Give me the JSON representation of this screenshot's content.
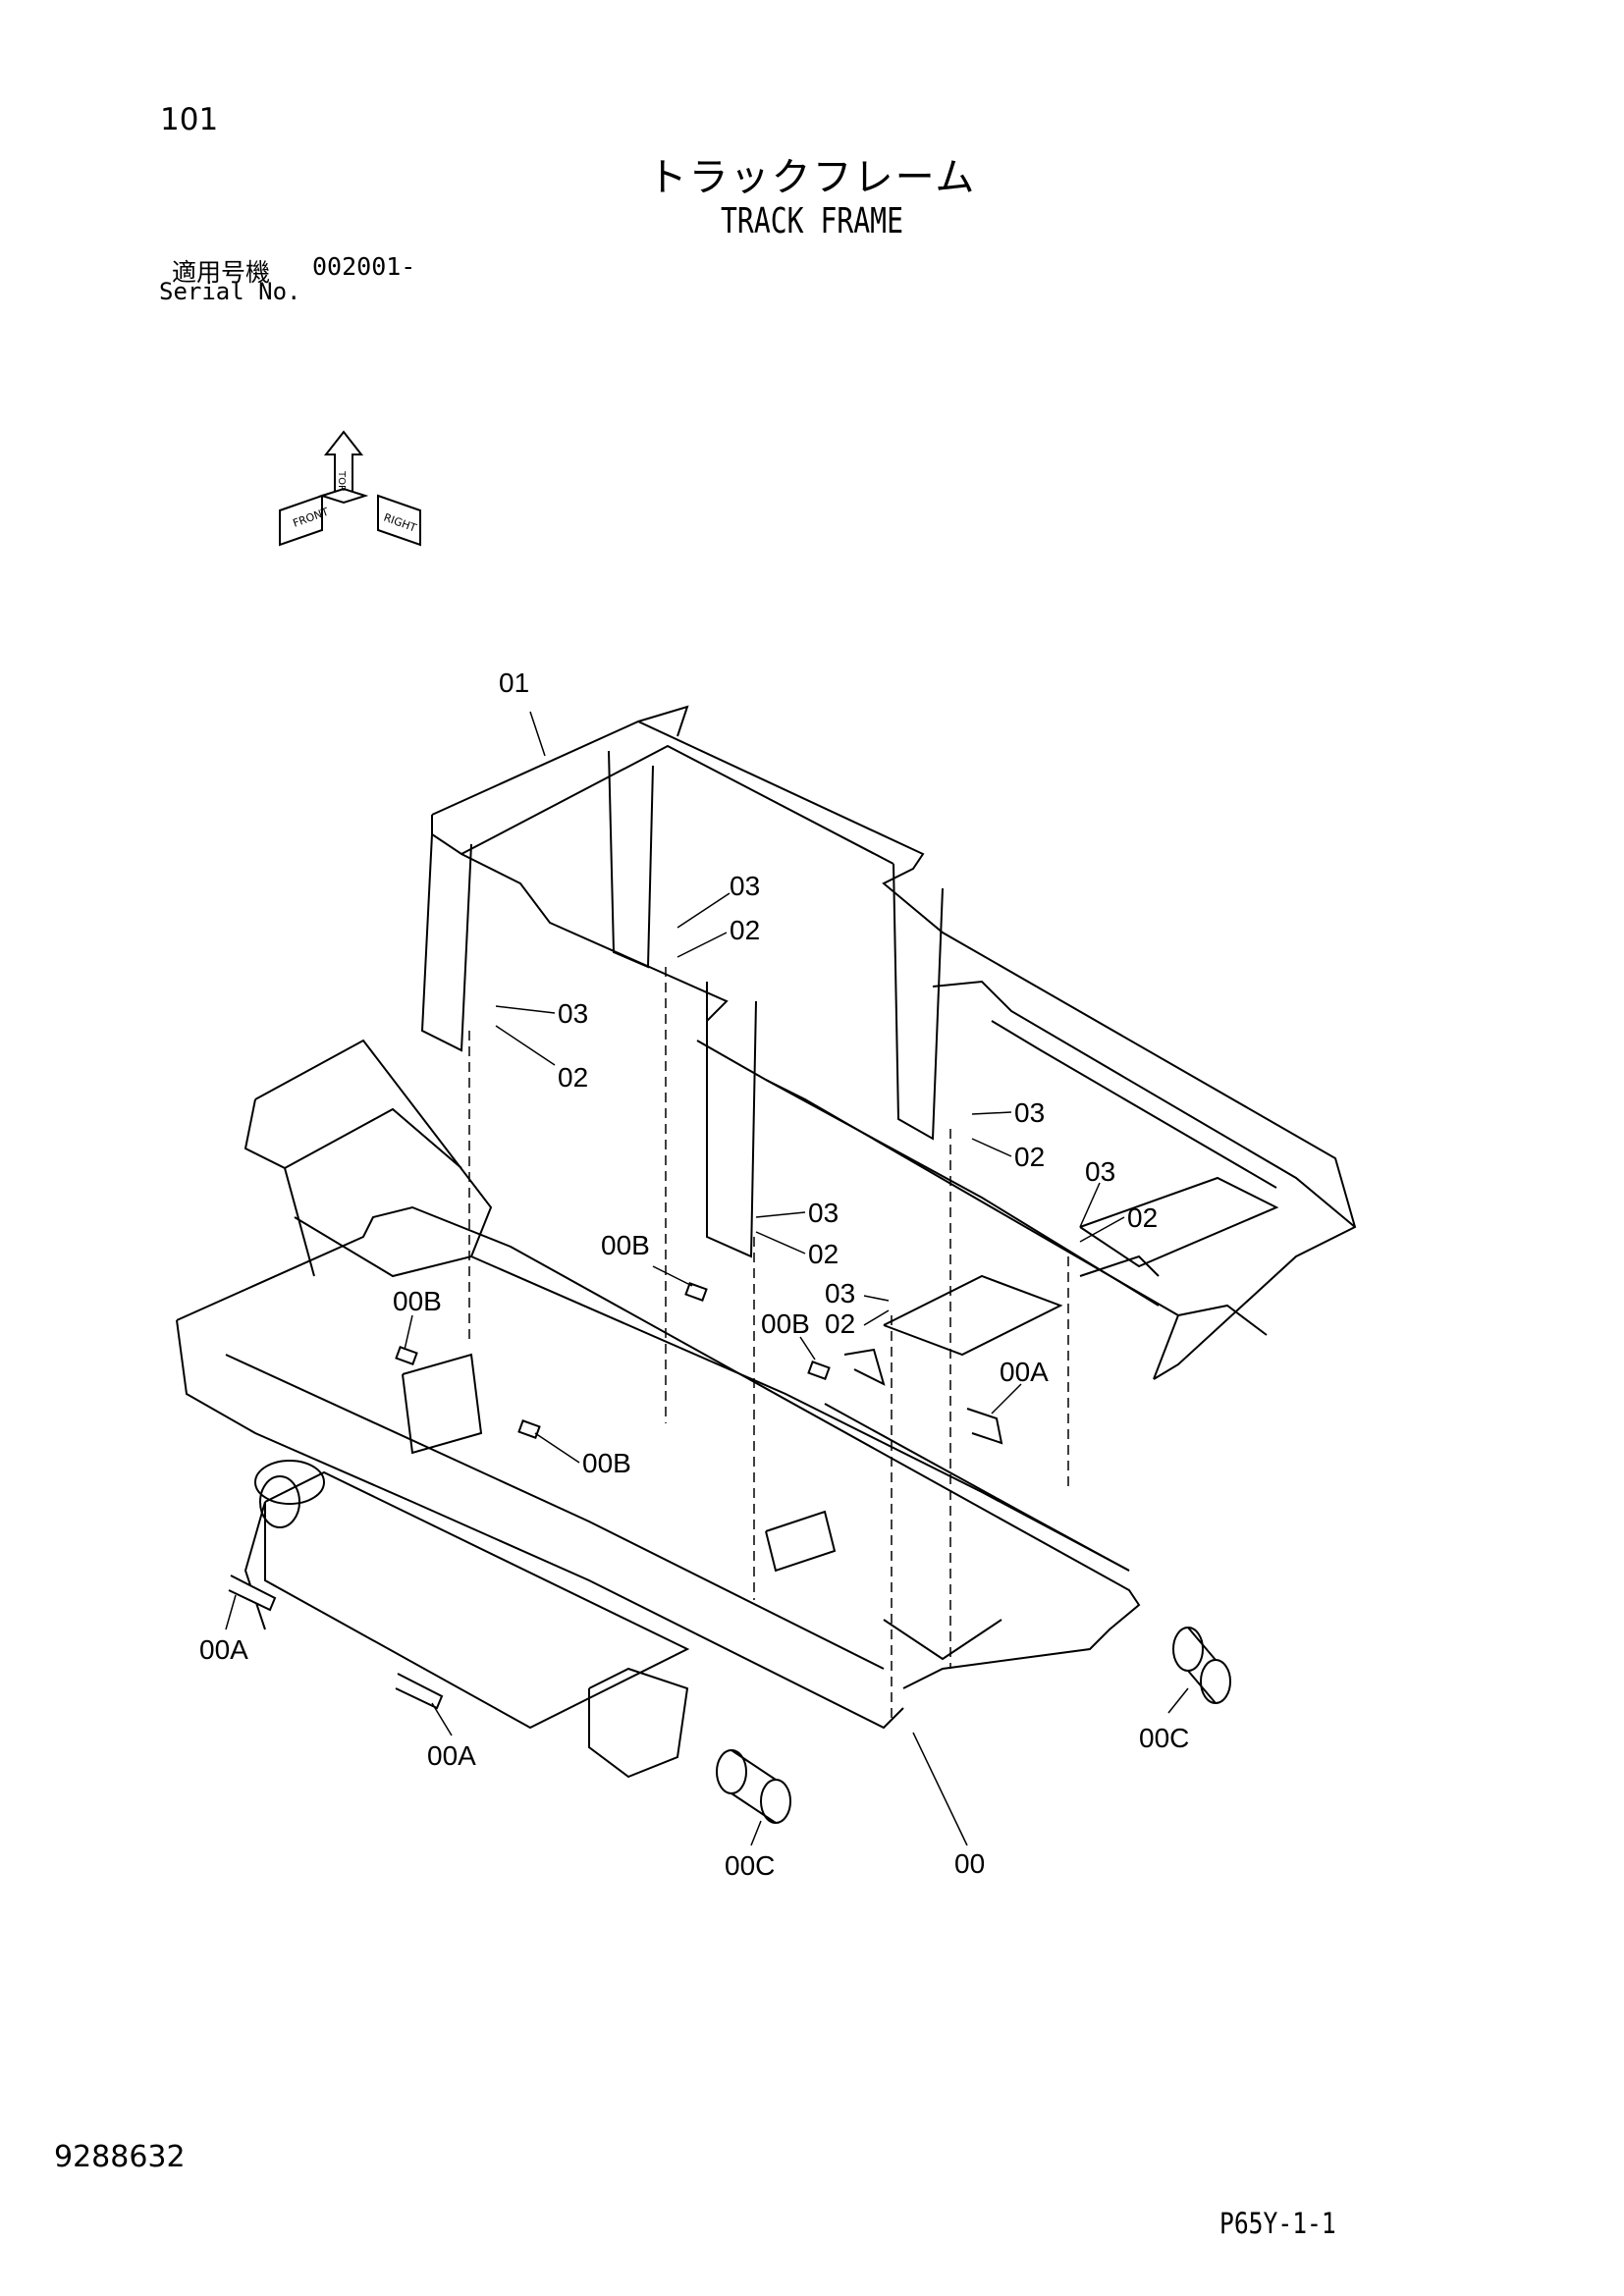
{
  "page_number": "101",
  "title_ja": "トラックフレーム",
  "title_en": "TRACK FRAME",
  "serial": {
    "label_ja": "適用号機",
    "value": "002001-",
    "label_en": "Serial No."
  },
  "orientation_indicator": {
    "icon": "orientation-arrows-icon",
    "labels": [
      "TOP",
      "FRONT",
      "RIGHT"
    ]
  },
  "callouts": [
    {
      "id": "c-01",
      "text": "01"
    },
    {
      "id": "c-03a",
      "text": "03"
    },
    {
      "id": "c-02a",
      "text": "02"
    },
    {
      "id": "c-03b",
      "text": "03"
    },
    {
      "id": "c-02b",
      "text": "02"
    },
    {
      "id": "c-03c",
      "text": "03"
    },
    {
      "id": "c-02c",
      "text": "02"
    },
    {
      "id": "c-03d",
      "text": "03"
    },
    {
      "id": "c-02d",
      "text": "02"
    },
    {
      "id": "c-03e",
      "text": "03"
    },
    {
      "id": "c-02e",
      "text": "02"
    },
    {
      "id": "c-03f",
      "text": "03"
    },
    {
      "id": "c-02f",
      "text": "02"
    },
    {
      "id": "c-00b1",
      "text": "00B"
    },
    {
      "id": "c-00b2",
      "text": "00B"
    },
    {
      "id": "c-00b3",
      "text": "00B"
    },
    {
      "id": "c-00b4",
      "text": "00B"
    },
    {
      "id": "c-00a1",
      "text": "00A"
    },
    {
      "id": "c-00a2",
      "text": "00A"
    },
    {
      "id": "c-00a3",
      "text": "00A"
    },
    {
      "id": "c-00c1",
      "text": "00C"
    },
    {
      "id": "c-00c2",
      "text": "00C"
    },
    {
      "id": "c-00",
      "text": "00"
    }
  ],
  "doc_number": "9288632",
  "sheet_code": "P65Y-1-1"
}
